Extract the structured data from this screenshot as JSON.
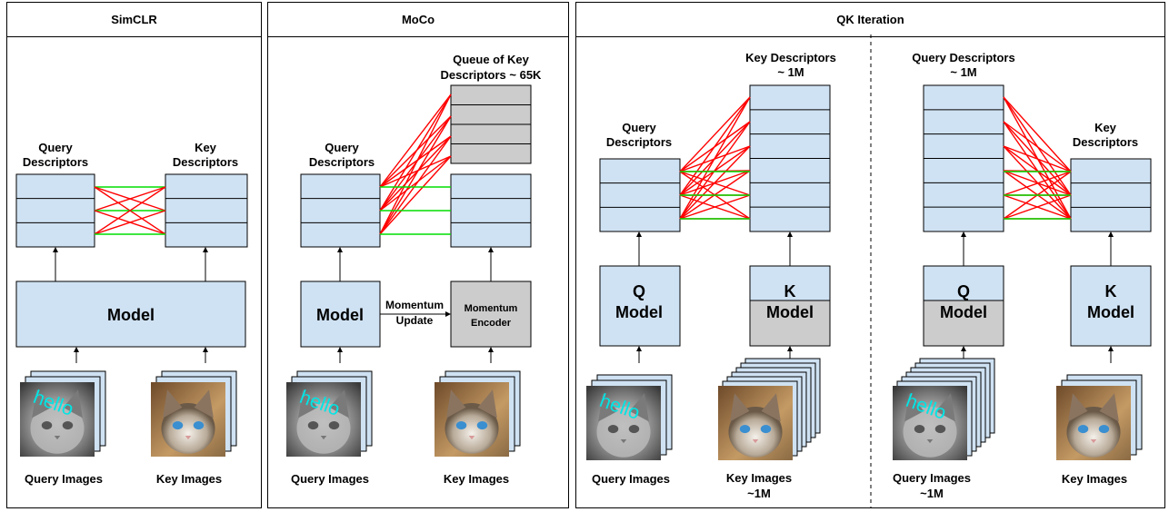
{
  "panels": {
    "simclr": {
      "title": "SimCLR"
    },
    "moco": {
      "title": "MoCo"
    },
    "qk": {
      "title": "QK Iteration"
    }
  },
  "labels": {
    "query_descriptors": [
      "Query",
      "Descriptors"
    ],
    "key_descriptors": [
      "Key",
      "Descriptors"
    ],
    "moco_queue": [
      "Queue of Key",
      "Descriptors ~ 65K"
    ],
    "qk_key_descriptors_1m": [
      "Key Descriptors",
      "~ 1M"
    ],
    "qk_query_descriptors_1m": [
      "Query Descriptors",
      "~ 1M"
    ],
    "model": "Model",
    "q": "Q",
    "k": "K",
    "momentum_update": [
      "Momentum",
      "Update"
    ],
    "momentum_encoder": [
      "Momentum",
      "Encoder"
    ],
    "query_images": "Query Images",
    "key_images": "Key Images",
    "key_images_1m": [
      "Key Images",
      "~1M"
    ],
    "query_images_1m": [
      "Query Images",
      "~1M"
    ],
    "hello_overlay": "hello"
  },
  "colors": {
    "box_fill": "#cfe2f3",
    "frozen_fill": "#cccccc",
    "positive_edge": "#00dd00",
    "negative_edge": "#ff0000",
    "text_overlay": "#00e5e5"
  },
  "icons": {
    "query_image": "grayscale-cat-photo-with-text",
    "key_image": "color-cat-photo"
  }
}
